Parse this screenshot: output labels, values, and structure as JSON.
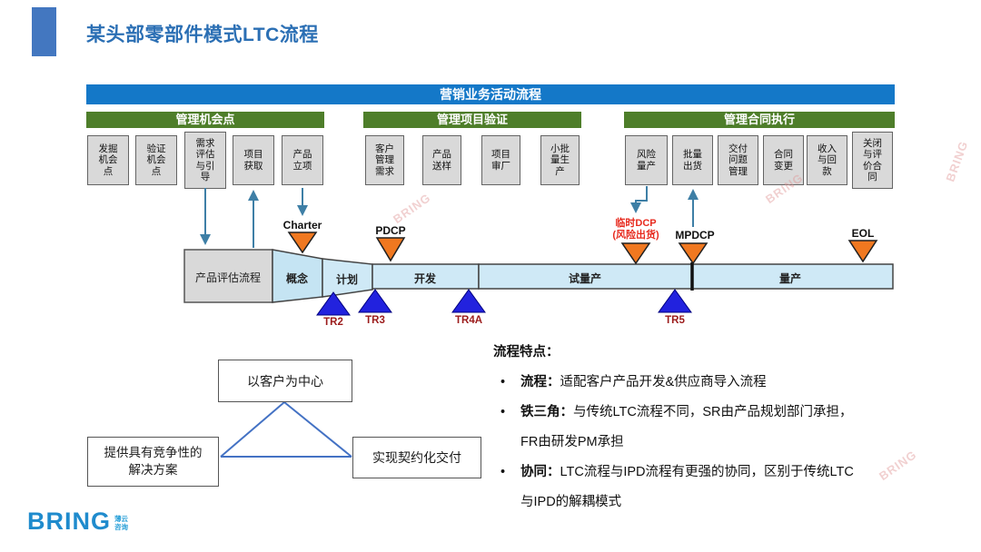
{
  "title": "某头部零部件模式LTC流程",
  "banner": {
    "label": "营销业务活动流程"
  },
  "groups": [
    {
      "header": "管理机会点",
      "boxes": [
        "发掘\n机会\n点",
        "验证\n机会\n点",
        "需求\n评估\n与引\n导",
        "项目\n获取",
        "产品\n立项"
      ]
    },
    {
      "header": "管理项目验证",
      "boxes": [
        "客户\n管理\n需求",
        "产品\n送样",
        "项目\n审厂",
        "小批\n量生\n产"
      ]
    },
    {
      "header": "管理合同执行",
      "boxes": [
        "风险\n量产",
        "批量\n出货",
        "交付\n问题\n管理",
        "合同\n变更",
        "收入\n与回\n款",
        "关闭\n与评\n价合\n同"
      ]
    }
  ],
  "funnel": {
    "stages": [
      "产品评估流程",
      "概念",
      "计划",
      "开发",
      "试量产",
      "量产"
    ],
    "milestones": [
      "Charter",
      "PDCP",
      "临时DCP\n(风险出货)",
      "MPDCP",
      "EOL"
    ],
    "tr_points": [
      "TR2",
      "TR3",
      "TR4A",
      "TR5"
    ]
  },
  "triangle": {
    "top": "以客户为中心",
    "left": "提供具有竞争性的\n解决方案",
    "right": "实现契约化交付"
  },
  "features": {
    "heading": "流程特点：",
    "bullet_char": "•",
    "items": [
      {
        "label": "流程：",
        "text": "适配客户产品开发&供应商导入流程"
      },
      {
        "label": "铁三角：",
        "text": "与传统LTC流程不同，SR由产品规划部门承担，\nFR由研发PM承担"
      },
      {
        "label": "协同：",
        "text": "LTC流程与IPD流程有更强的协同，区别于传统LTC\n与IPD的解耦模式"
      }
    ]
  },
  "logo": {
    "name": "BRING",
    "sub": "薄云\n咨询"
  },
  "watermark": "BRING",
  "colors": {
    "title_blue": "#2B6FB4",
    "banner_blue": "#1478C8",
    "header_green": "#4E7E2A",
    "box_gray": "#D9D9D9",
    "funnel_blue": "#CFE9F6",
    "milestone_orange": "#F07820",
    "tr_blue": "#2222DE",
    "alert_red": "#E72A1E",
    "tr_label_darkred": "#9B1B1B",
    "arrow_teal": "#3E7FA6"
  }
}
